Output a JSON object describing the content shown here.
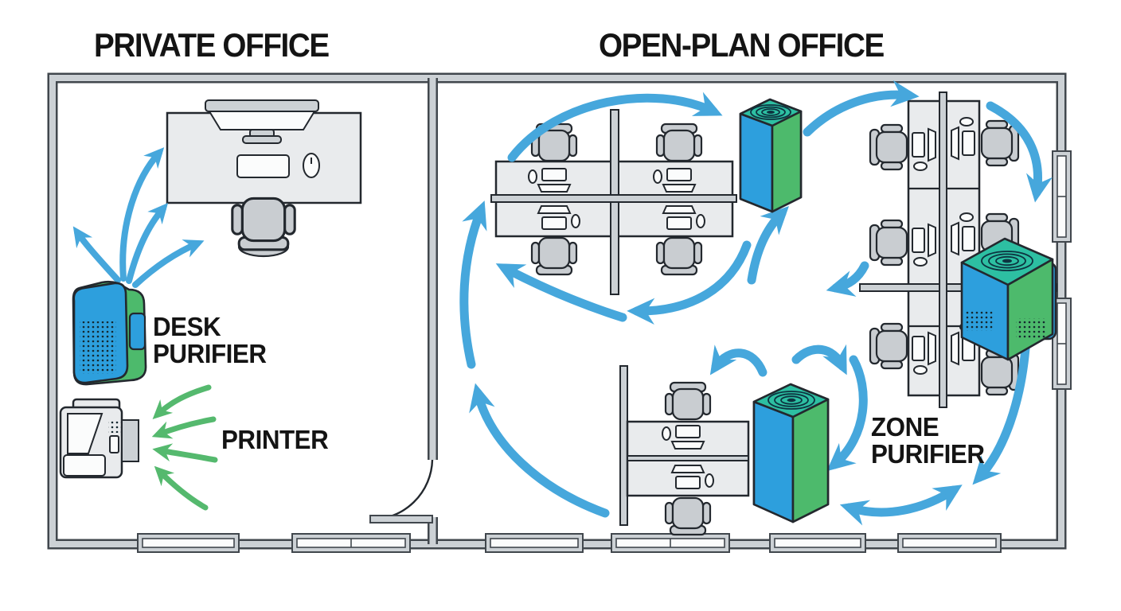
{
  "diagram": {
    "titles": {
      "private": "PRIVATE OFFICE",
      "open_plan": "OPEN-PLAN OFFICE"
    },
    "labels": {
      "desk_purifier_line1": "DESK",
      "desk_purifier_line2": "PURIFIER",
      "printer": "PRINTER",
      "zone_purifier_line1": "ZONE",
      "zone_purifier_line2": "PURIFIER"
    }
  },
  "colors": {
    "background": "#ffffff",
    "text": "#141414",
    "arrow_blue": "#46a7dc",
    "arrow_green": "#55b96e",
    "purifier_blue": "#2d9fdd",
    "purifier_green": "#4dba6c",
    "purifier_teal": "#2dbfa2",
    "purifier_ring": "#0d3340",
    "wall_fill": "#ccd1d5",
    "wall_stroke": "#41474d",
    "furniture_fill": "#e9ebed",
    "furniture_stroke": "#23282e",
    "chair_fill": "#c9cdd1",
    "white_fill": "#fbfcfc"
  },
  "icons": [
    "desk-purifier-device",
    "zone-purifier-tower",
    "zone-purifier-cube",
    "printer-device",
    "desk",
    "office-chair",
    "monitor-keyboard-mouse-station",
    "airflow-arrow-blue",
    "clean-air-arrow-green",
    "window-segment",
    "door-swing-arc"
  ]
}
